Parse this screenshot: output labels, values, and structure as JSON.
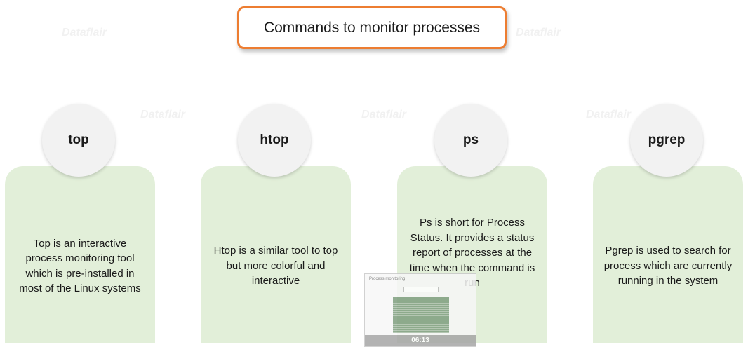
{
  "title": "Commands to monitor processes",
  "watermark": "Dataflair",
  "commands": [
    {
      "name": "top",
      "description": "Top is an interactive process monitoring tool which is pre-installed in most of the Linux systems"
    },
    {
      "name": "htop",
      "description": "Htop is a similar tool to top but more colorful and interactive"
    },
    {
      "name": "ps",
      "description": "Ps is short for Process Status. It provides a status report of processes at the time when the command is run"
    },
    {
      "name": "pgrep",
      "description": "Pgrep is used to search for process which are currently running in the system"
    }
  ],
  "video_overlay": {
    "caption": "Process monitoring",
    "time": "06:13"
  },
  "colors": {
    "title_border": "#ed7d31",
    "card_fill": "#e2efd9",
    "circle_fill": "#f2f2f2"
  }
}
